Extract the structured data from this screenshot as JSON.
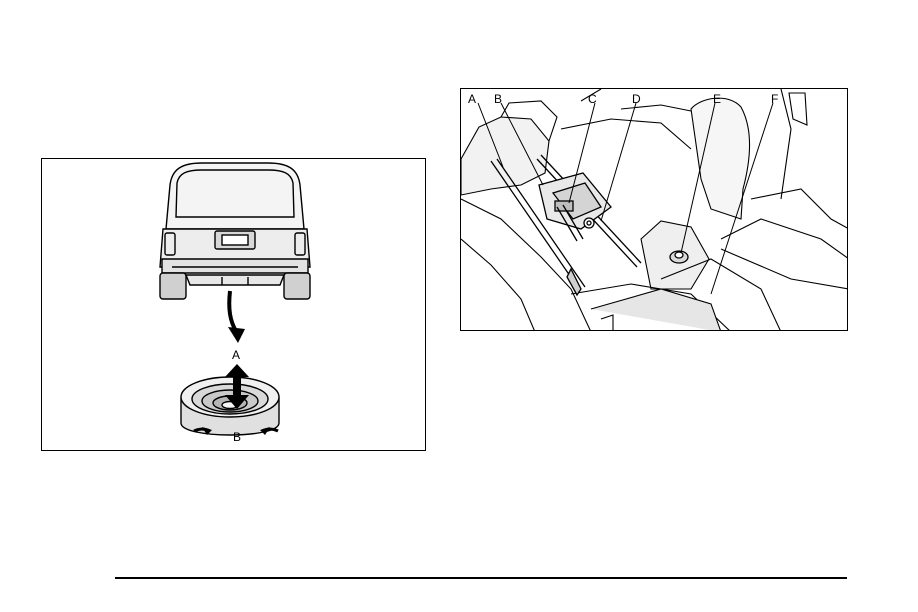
{
  "figure_left": {
    "labels": {
      "a": "A",
      "b": "B"
    }
  },
  "figure_right": {
    "labels": {
      "a": "A",
      "b": "B",
      "c": "C",
      "d": "D",
      "e": "E",
      "f": "F"
    }
  }
}
